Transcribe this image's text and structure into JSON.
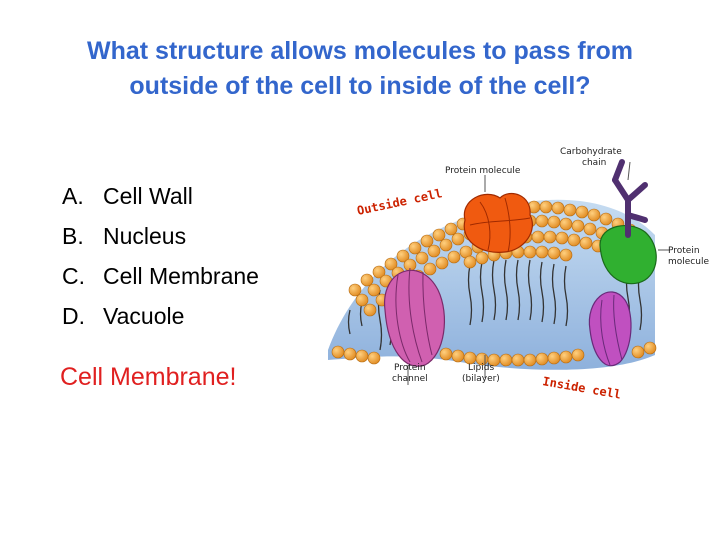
{
  "slide": {
    "question_line1": "What structure allows molecules to pass from",
    "question_line2": "outside of the cell to inside of the cell?",
    "options": [
      {
        "letter": "A.",
        "text": "Cell Wall"
      },
      {
        "letter": "B.",
        "text": "Nucleus"
      },
      {
        "letter": "C.",
        "text": "Cell Membrane"
      },
      {
        "letter": "D.",
        "text": "Vacuole"
      }
    ],
    "answer": "Cell Membrane!"
  },
  "diagram": {
    "labels": {
      "carbohydrate_line1": "Carbohydrate",
      "carbohydrate_line2": "chain",
      "protein_molecule_top": "Protein molecule",
      "outside_cell": "Outside cell",
      "protein_molecule_right_line1": "Protein",
      "protein_molecule_right_line2": "molecule",
      "protein_channel_line1": "Protein",
      "protein_channel_line2": "channel",
      "lipids_line1": "Lipids",
      "lipids_line2": "(bilayer)",
      "inside_cell": "Inside cell"
    }
  },
  "colors": {
    "title": "#3366cc",
    "answer": "#e02020",
    "lipid_head": "#f0a030",
    "protein_channel": "#d060b0",
    "protein_globular": "#f05a10",
    "protein_green": "#30b030",
    "carbohydrate": "#503070"
  }
}
